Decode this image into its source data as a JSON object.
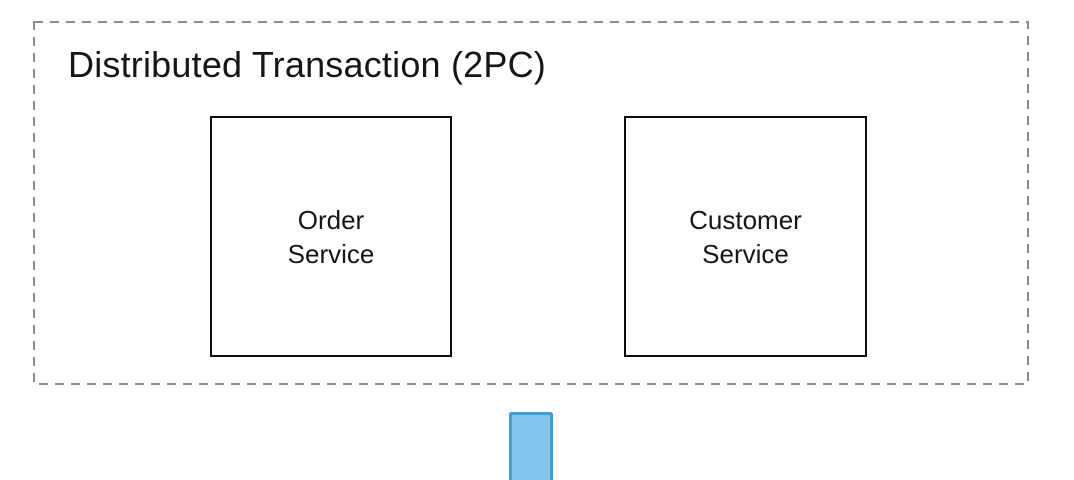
{
  "diagram": {
    "title": "Distributed Transaction (2PC)",
    "nodes": [
      {
        "id": "order-service",
        "label": "Order\nService"
      },
      {
        "id": "customer-service",
        "label": "Customer\nService"
      }
    ],
    "connector": {
      "shape": "down-arrow-shaft",
      "clipped_at_bottom": true
    }
  },
  "colors": {
    "background": "#FFFFFF",
    "boundary_border": "#8C8C8C",
    "node_border": "#0D0D0D",
    "text": "#161616",
    "arrow_fill": "#82C6EE",
    "arrow_stroke": "#3D9CDB"
  }
}
